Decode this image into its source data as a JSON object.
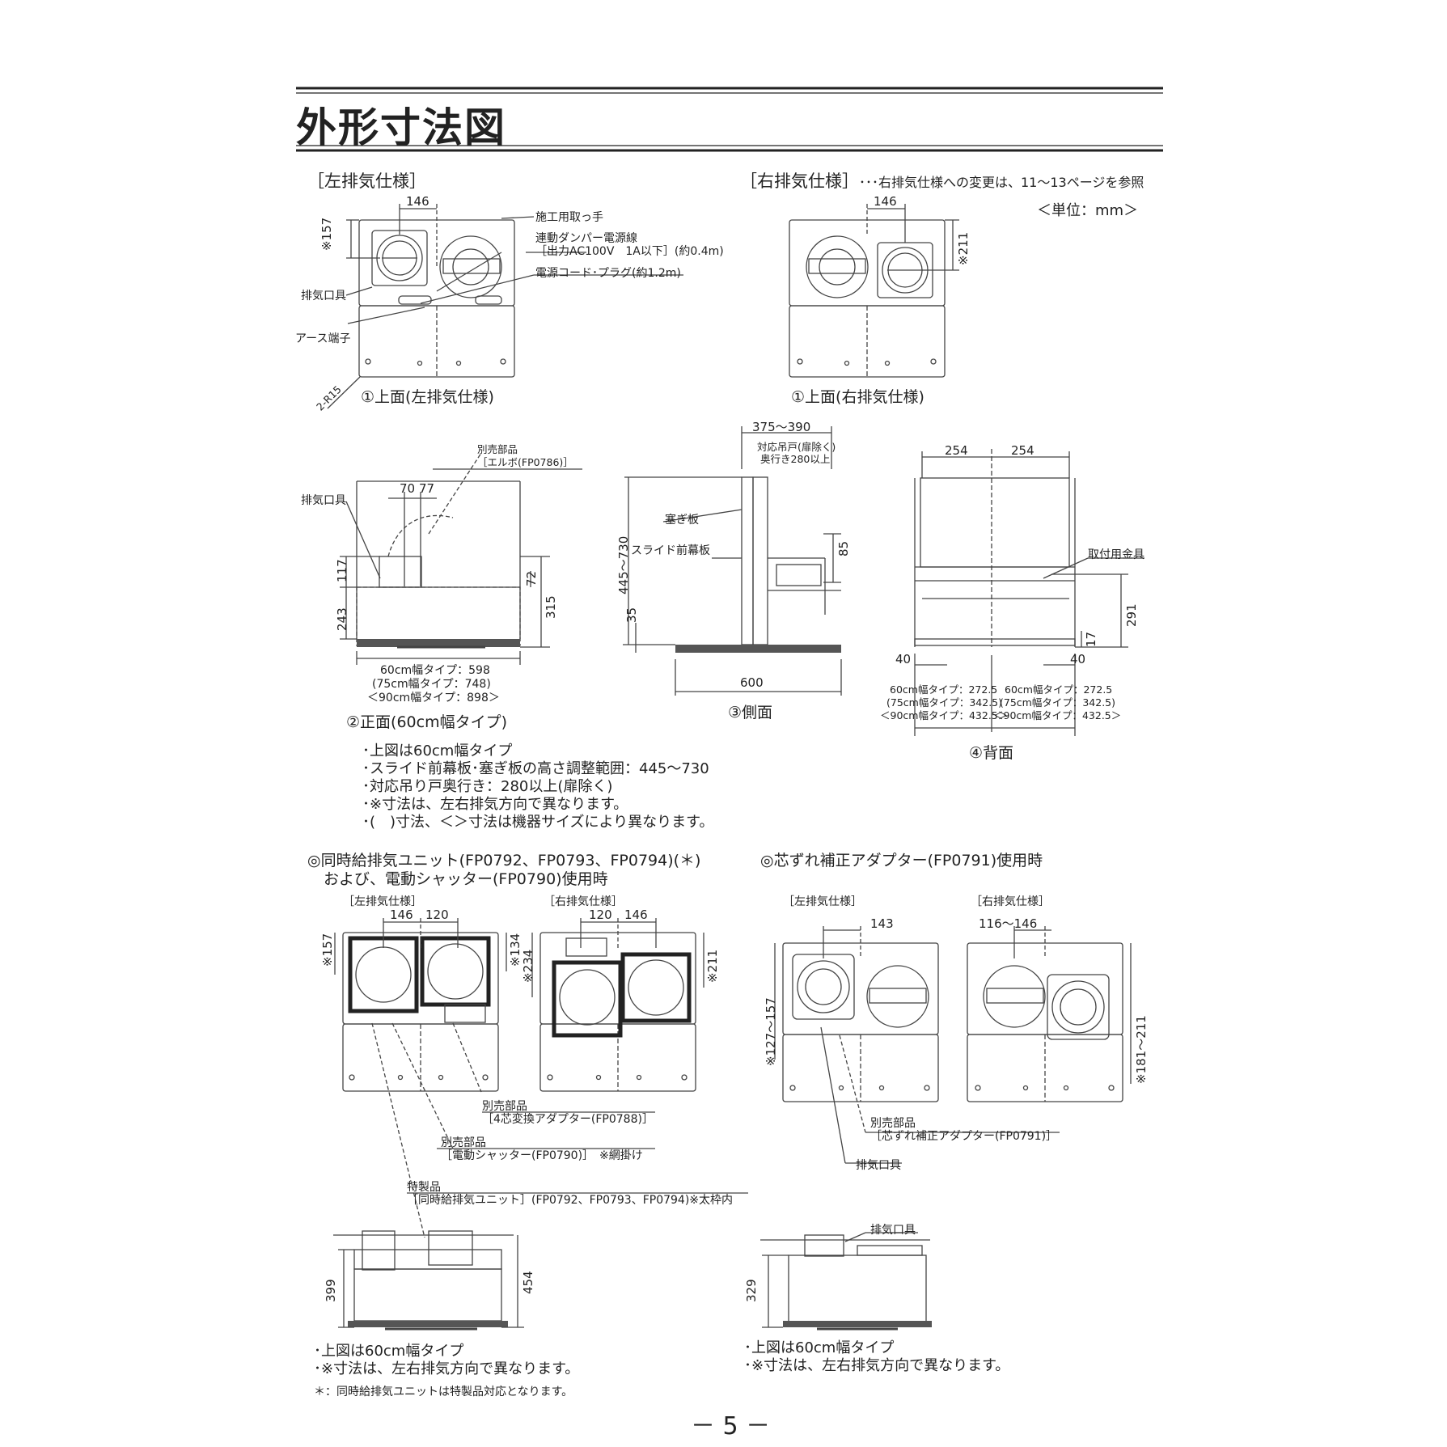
{
  "title": "外形寸法図",
  "left_spec": "［左排気仕様］",
  "right_spec": "［右排気仕様］",
  "right_spec_note": "･･･右排気仕様への変更は、11～13ページを参照",
  "unit": "＜単位：mm＞",
  "top_left": {
    "d146": "146",
    "d157": "※157",
    "handle": "施工用取っ手",
    "damper1": "連動ダンパー電源線",
    "damper2": "［出力AC100V　1A以下］(約0.4m)",
    "cord": "電源コード･プラグ(約1.2m)",
    "exhaust": "排気口具",
    "earth": "アース端子",
    "r15": "2-R15",
    "caption": "①上面(左排気仕様)"
  },
  "top_right": {
    "d146": "146",
    "d211": "※211",
    "caption": "①上面(右排気仕様)"
  },
  "front": {
    "part1": "別売部品",
    "part2": "［エルボ(FP0786)］",
    "exhaust": "排気口具",
    "d70": "70",
    "d77": "77",
    "d117": "117",
    "d72": "72",
    "d243": "243",
    "d315": "315",
    "w1": "60cm幅タイプ：598",
    "w2": "(75cm幅タイプ：748)",
    "w3": "＜90cm幅タイプ：898＞",
    "caption": "②正面(60cm幅タイプ)"
  },
  "side": {
    "d375": "375～390",
    "note1": "対応吊戸(扉除く)",
    "note2": "奥行き280以上",
    "plug": "塞ぎ板",
    "slide": "スライド前幕板",
    "d445": "445～730",
    "d85": "85",
    "d35": "35",
    "d600": "600",
    "caption": "③側面"
  },
  "back": {
    "d254a": "254",
    "d254b": "254",
    "bracket": "取付用金具",
    "d291": "291",
    "d17": "17",
    "d40a": "40",
    "d40b": "40",
    "l1": "60cm幅タイプ：272.5",
    "l2": "(75cm幅タイプ：342.5)",
    "l3": "＜90cm幅タイプ：432.5＞",
    "r1": "60cm幅タイプ：272.5",
    "r2": "(75cm幅タイプ：342.5)",
    "r3": "＜90cm幅タイプ：432.5＞",
    "caption": "④背面"
  },
  "notes": [
    "･上図は60cm幅タイプ",
    "･スライド前幕板･塞ぎ板の高さ調整範囲：445～730",
    "･対応吊り戸奥行き：280以上(扉除く)",
    "･※寸法は、左右排気方向で異なります。",
    "･(　)寸法、＜＞寸法は機器サイズにより異なります。"
  ],
  "unit_section": {
    "title1": "◎同時給排気ユニット(FP0792、FP0793、FP0794)(＊)",
    "title2": "および、電動シャッター(FP0790)使用時",
    "left_label": "［左排気仕様］",
    "right_label": "［右排気仕様］",
    "l146": "146",
    "l120": "120",
    "l157": "※157",
    "l134": "※134",
    "r120": "120",
    "r146": "146",
    "r234": "※234",
    "r211": "※211",
    "p1a": "別売部品",
    "p1b": "［4芯変換アダプター(FP0788)］",
    "p2a": "別売部品",
    "p2b": "［電動シャッター(FP0790)］　※網掛け",
    "p3a": "特製品",
    "p3b": "［同時給排気ユニット］(FP0792、FP0793、FP0794)※太枠内",
    "d399": "399",
    "d454": "454",
    "note1": "･上図は60cm幅タイプ",
    "note2": "･※寸法は、左右排気方向で異なります。",
    "note3": "＊：同時給排気ユニットは特製品対応となります。"
  },
  "adapter_section": {
    "title": "◎芯ずれ補正アダプター(FP0791)使用時",
    "left_label": "［左排気仕様］",
    "right_label": "［右排気仕様］",
    "d143": "143",
    "d116": "116～146",
    "d127": "※127～157",
    "d181": "※181～211",
    "p1a": "別売部品",
    "p1b": "［芯ずれ補正アダプター(FP0791)］",
    "exhaust": "排気口具",
    "exhaust2": "排気口具",
    "d329": "329",
    "note1": "･上図は60cm幅タイプ",
    "note2": "･※寸法は、左右排気方向で異なります。"
  },
  "page_number": "－ 5 －"
}
